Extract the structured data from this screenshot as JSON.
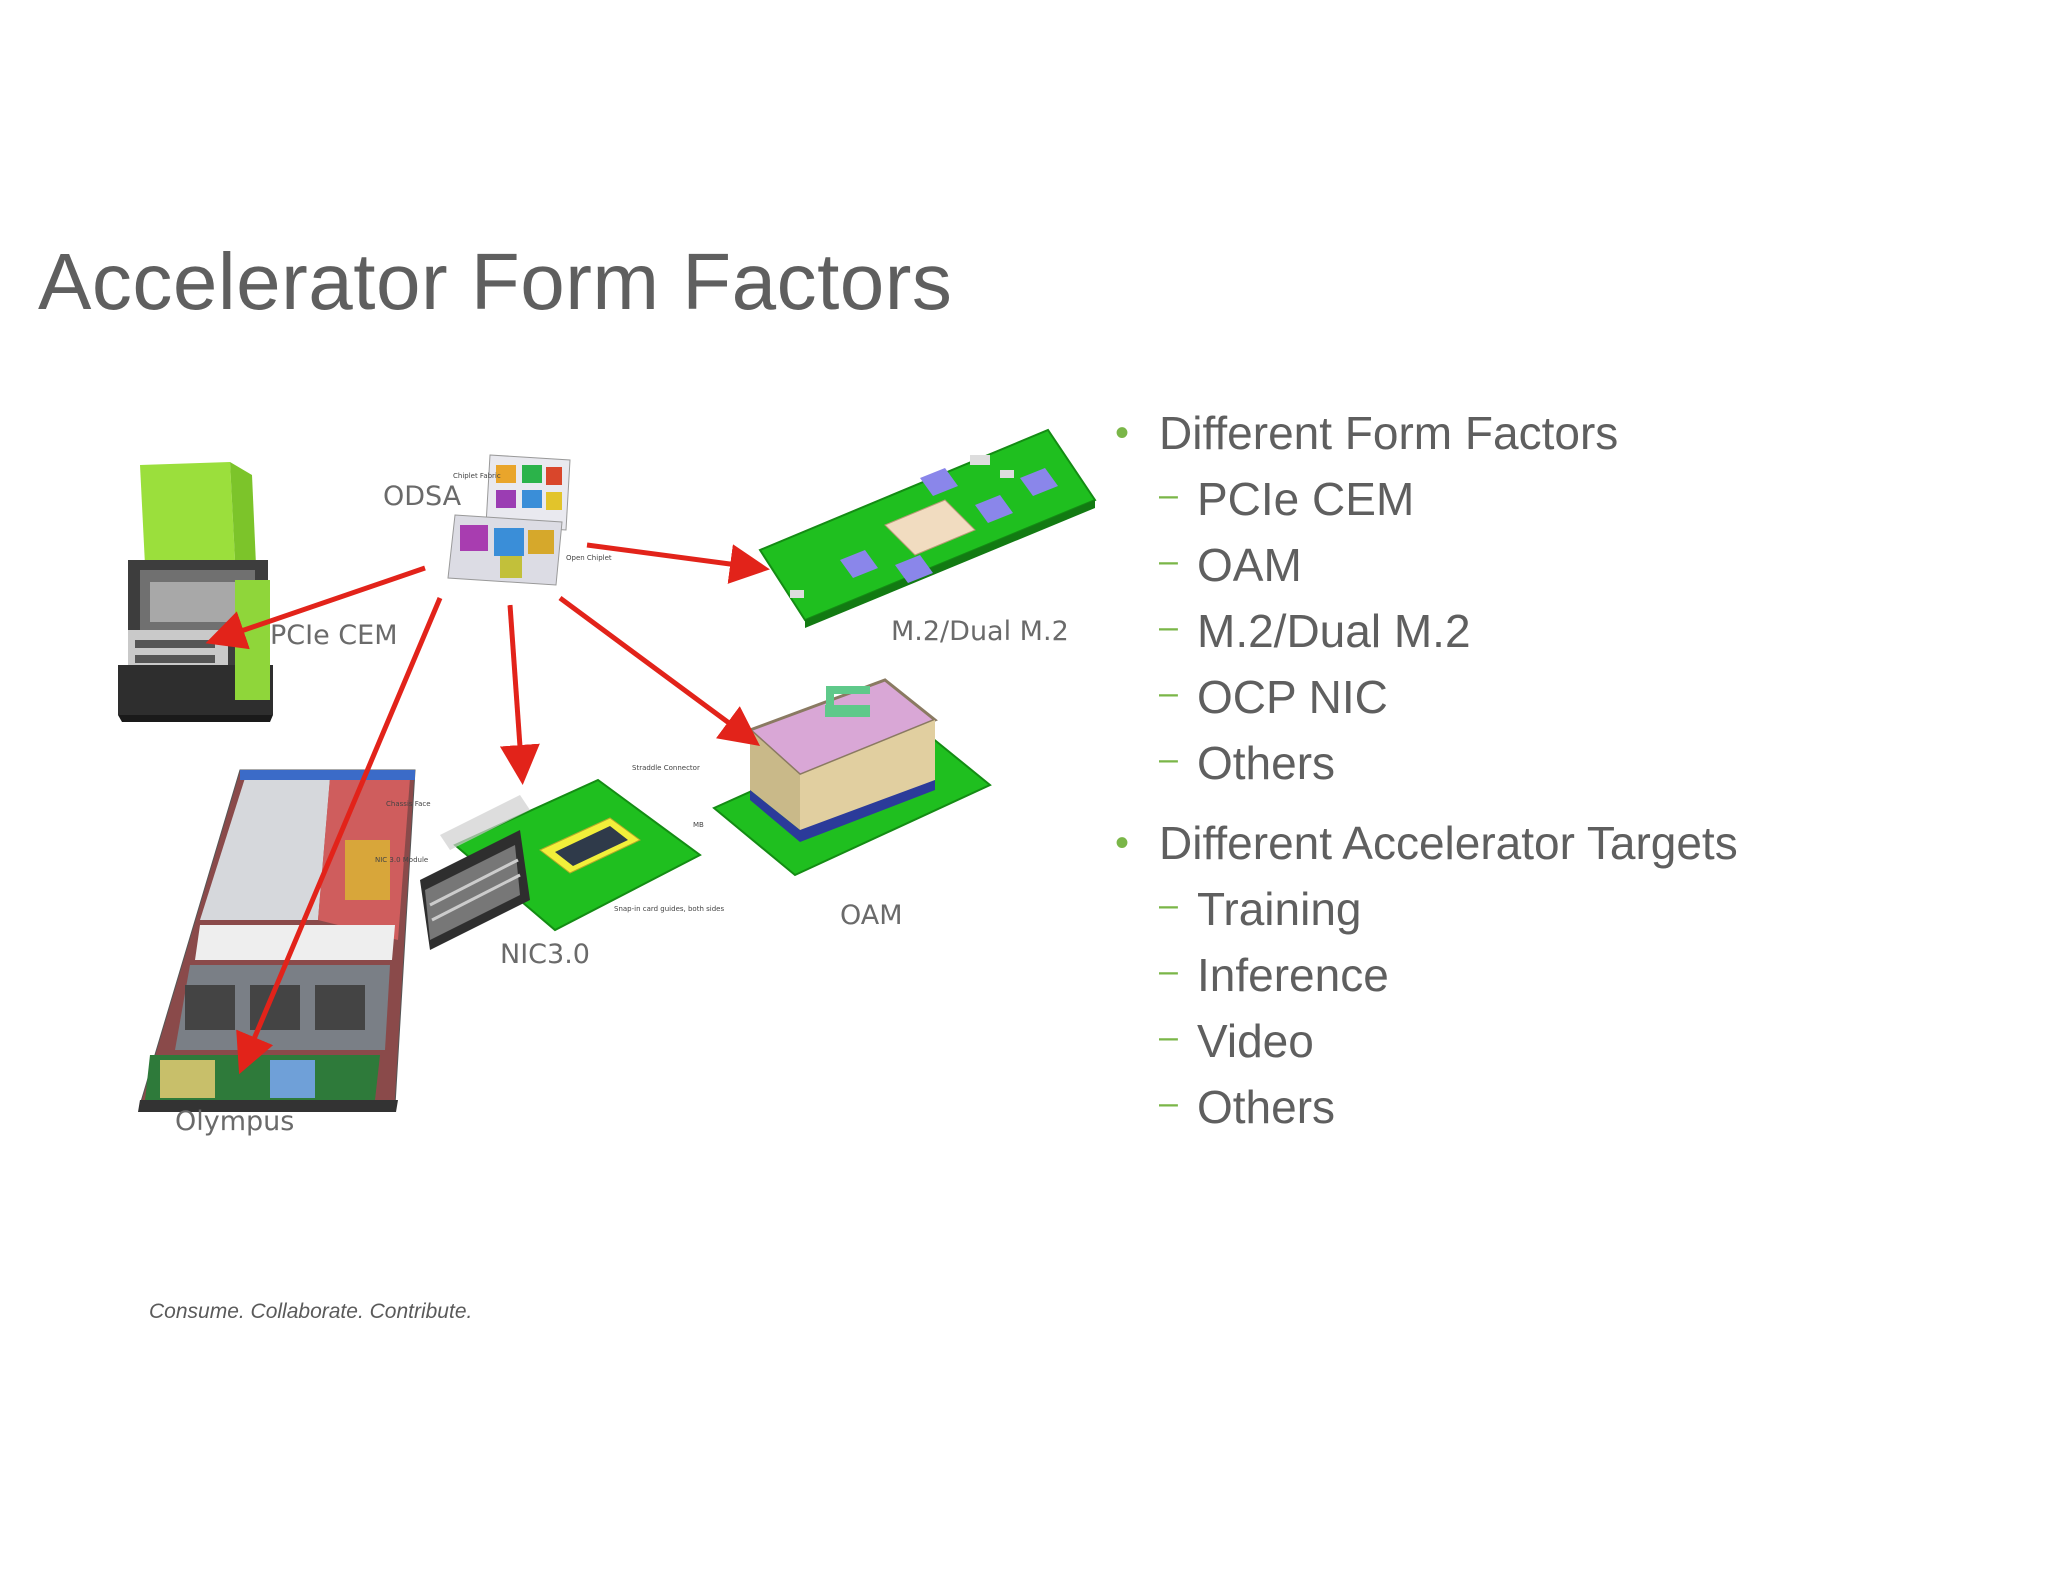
{
  "slide": {
    "title": "Accelerator Form Factors",
    "footer": "Consume. Collaborate. Contribute."
  },
  "diagram": {
    "labels": {
      "odsa": "ODSA",
      "pcie_cem": "PCIe CEM",
      "m2": "M.2/Dual M.2",
      "oam": "OAM",
      "nic": "NIC3.0",
      "olympus": "Olympus"
    },
    "callouts": {
      "straddle": "Straddle Connector",
      "chassis": "Chassis Face",
      "snap": "Snap-in card guides, both sides",
      "mb": "MB",
      "module": "NIC 3.0 Module"
    },
    "arrow_color": "#e2231a",
    "board_green": "#1fbf1f"
  },
  "bullets": [
    {
      "text": "Different Form Factors",
      "subs": [
        "PCIe CEM",
        "OAM",
        "M.2/Dual M.2",
        "OCP NIC",
        "Others"
      ]
    },
    {
      "text": "Different Accelerator Targets",
      "subs": [
        "Training",
        "Inference",
        "Video",
        "Others"
      ]
    }
  ],
  "theme": {
    "accent": "#7ab648",
    "text": "#5f5f5f"
  }
}
